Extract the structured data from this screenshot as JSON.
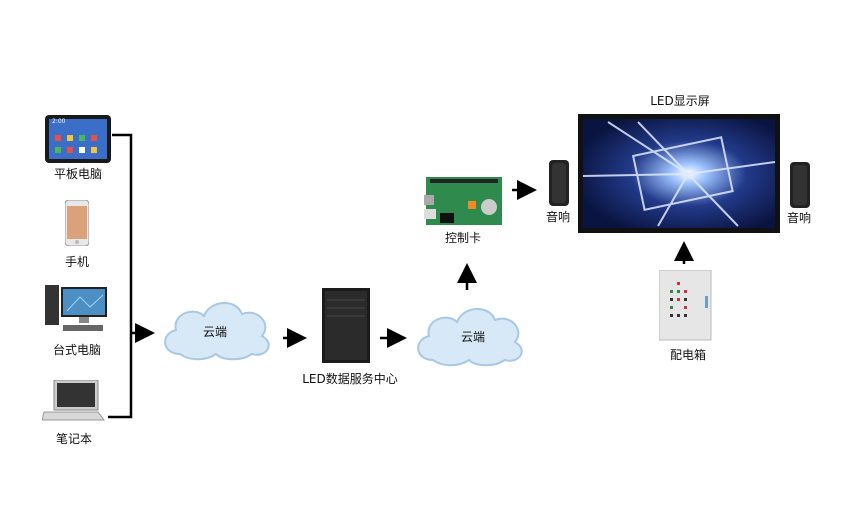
{
  "devices": {
    "tablet": "平板电脑",
    "phone": "手机",
    "desktop": "台式电脑",
    "laptop": "笔记本"
  },
  "cloud_1": "云端",
  "server": "LED数据服务中心",
  "cloud_2": "云端",
  "control_card": "控制卡",
  "speaker_left": "音响",
  "display": "LED显示屏",
  "speaker_right": "音响",
  "power_box": "配电箱",
  "tablet_screen_time": "2:00"
}
